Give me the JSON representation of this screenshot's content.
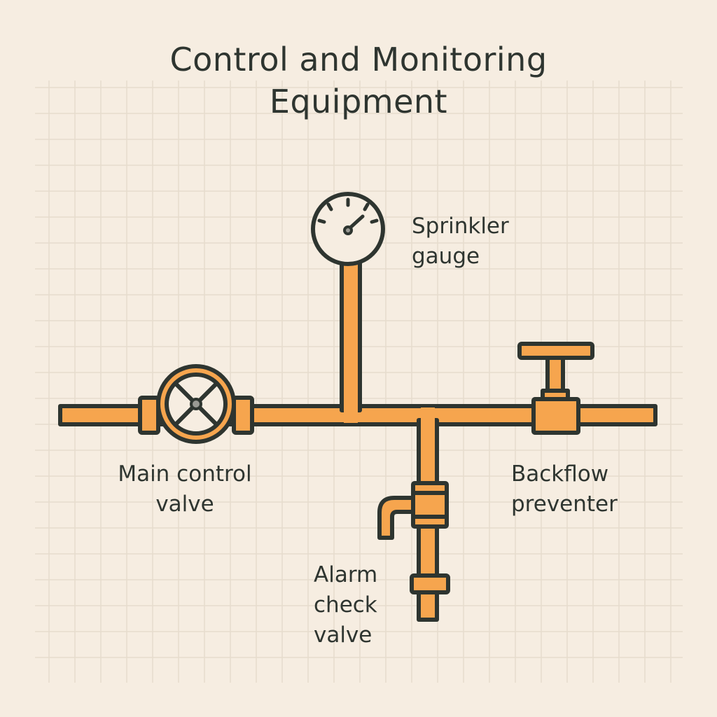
{
  "title": {
    "line1": "Control and Monitoring",
    "line2": "Equipment"
  },
  "labels": {
    "gauge": {
      "line1": "Sprinkler",
      "line2": "gauge"
    },
    "main_valve": {
      "line1": "Main control",
      "line2": "valve"
    },
    "backflow": {
      "line1": "Backflow",
      "line2": "preventer"
    },
    "alarm": {
      "line1": "Alarm",
      "line2": "check",
      "line3": "valve"
    }
  },
  "colors": {
    "background": "#f6ede1",
    "grid": "#e6dccd",
    "pipe": "#f6a54e",
    "outline": "#2e3530"
  }
}
